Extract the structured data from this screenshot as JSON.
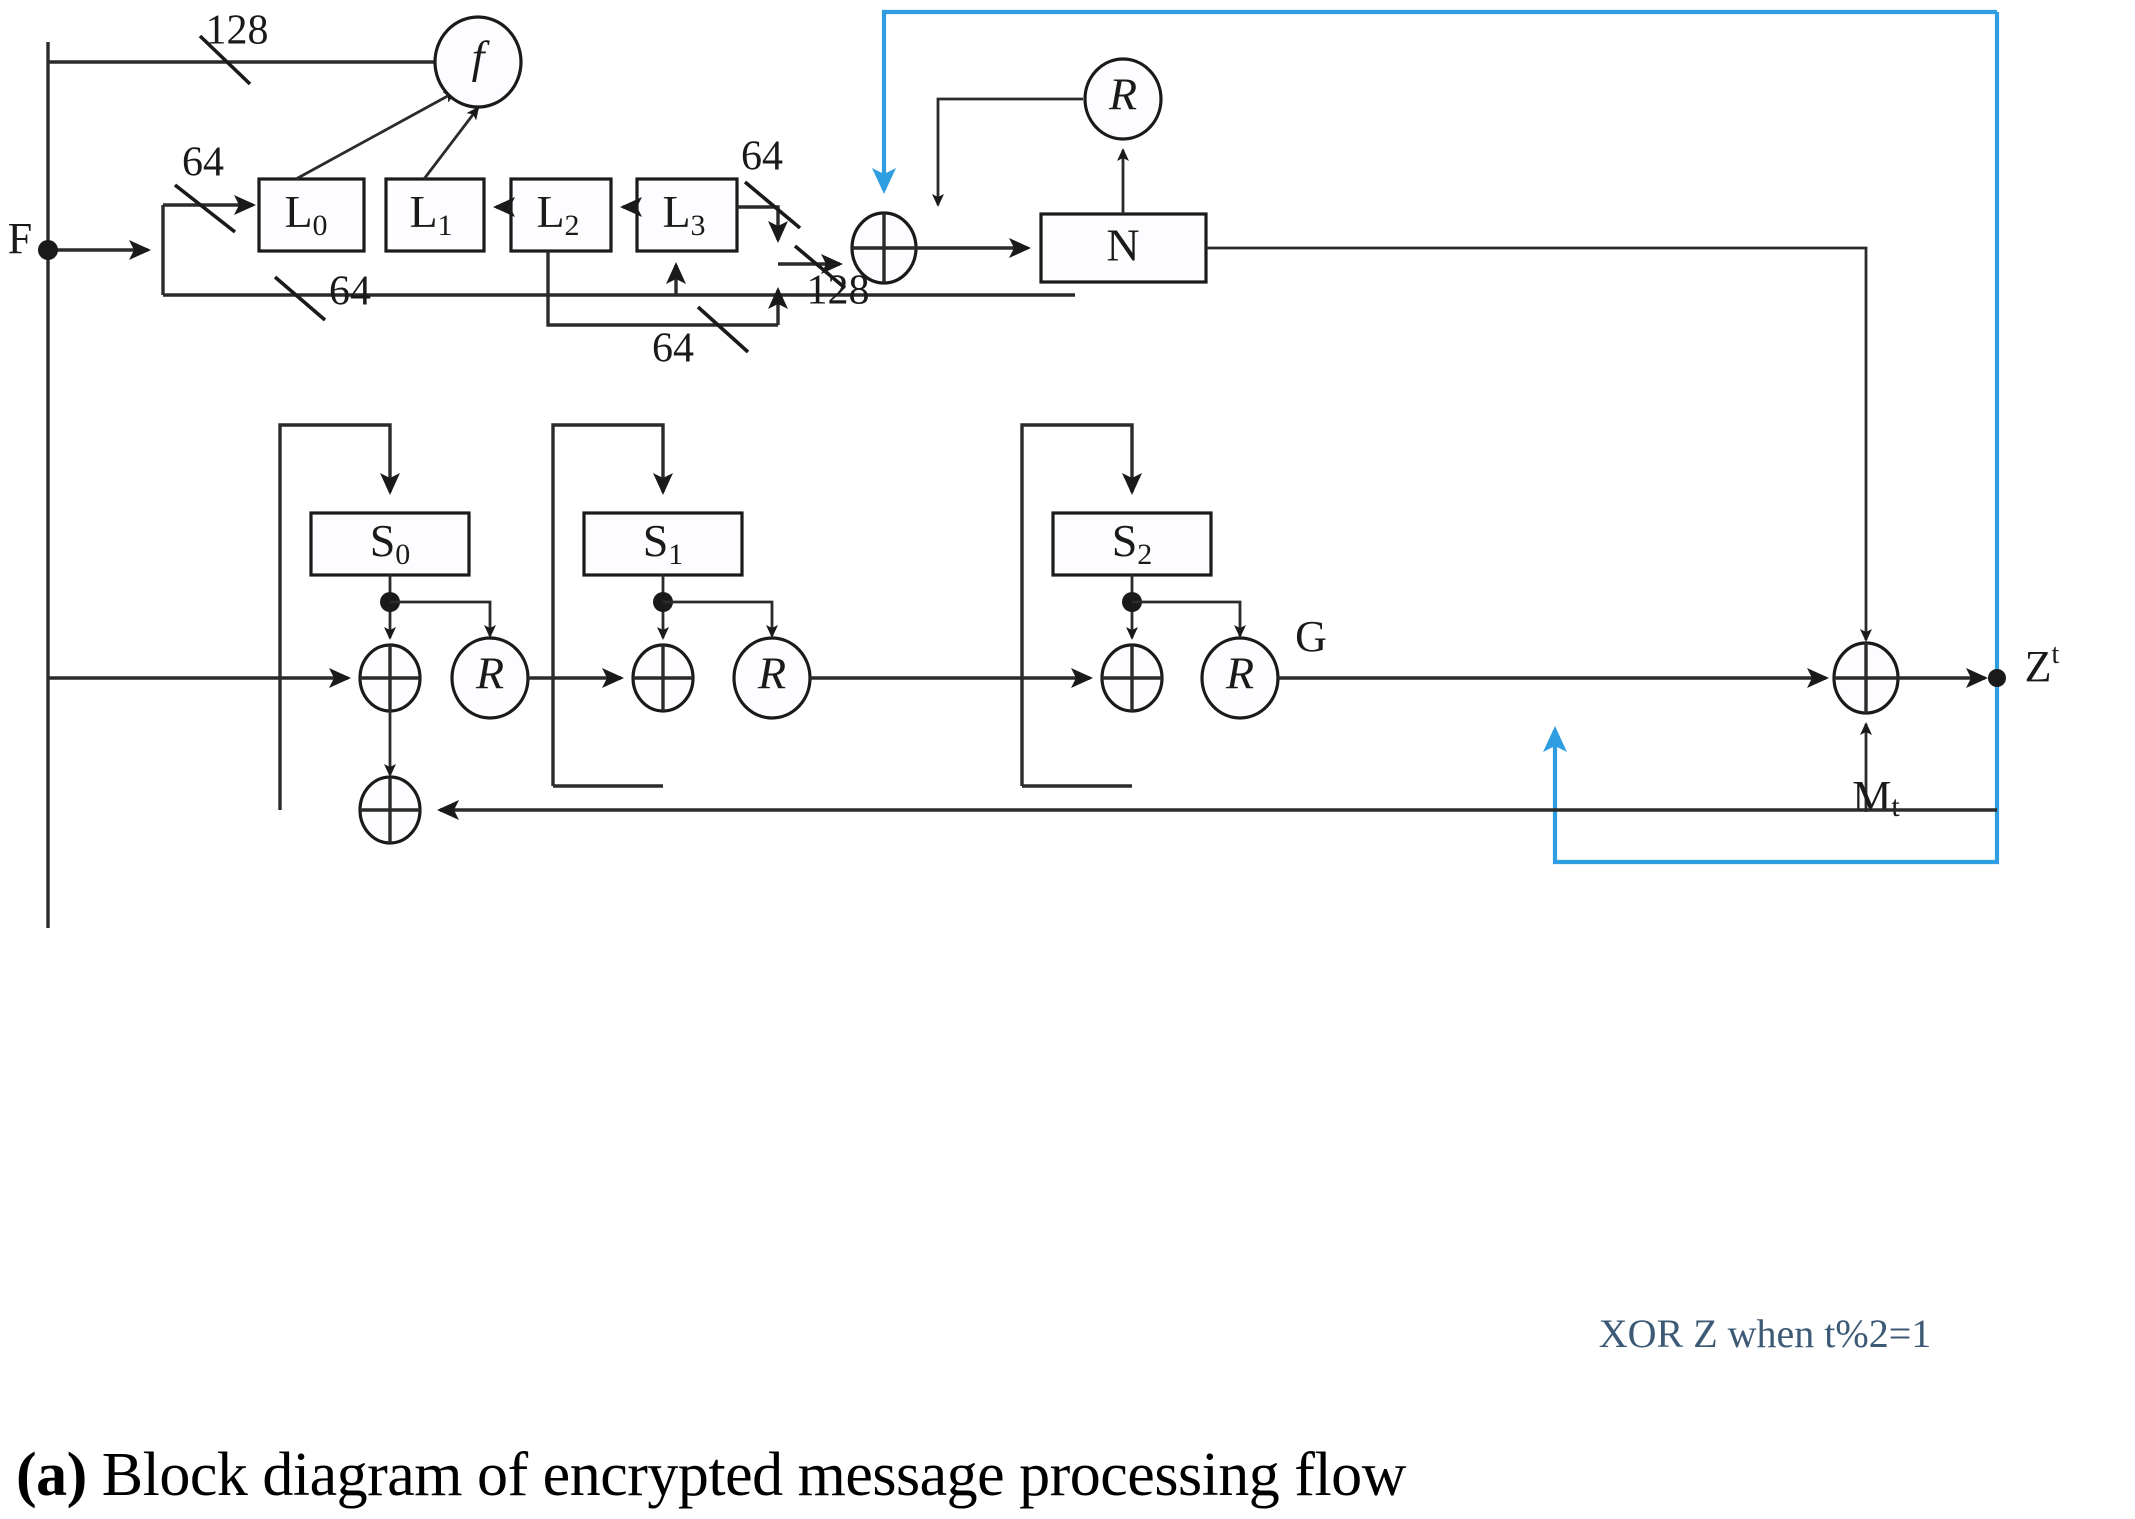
{
  "figure": {
    "caption_prefix": "(a)",
    "caption_text": " Block diagram of encrypted message processing flow"
  },
  "colors": {
    "line": "#2b2b2b",
    "blue_accent": "#2f9ee0",
    "note_text": "#3c5a75",
    "block_fill": "#fdfdff",
    "background": "#ffffff"
  },
  "annotation": {
    "blue_note": "XOR Z when t%2=1"
  },
  "signals": {
    "input_label": "F",
    "output_label": "Z",
    "output_superscript": "t",
    "message_label": "M",
    "message_subscript": "t",
    "g_label": "G"
  },
  "bitwidths": [
    {
      "name": "top-128",
      "value": "128"
    },
    {
      "name": "lfsr-in-64",
      "value": "64"
    },
    {
      "name": "lfsr-out-64",
      "value": "64"
    },
    {
      "name": "feedback-64",
      "value": "64"
    },
    {
      "name": "l2-feedback-64",
      "value": "64"
    },
    {
      "name": "xor-in-128",
      "value": "128"
    }
  ],
  "blocks": {
    "lfsr_registers": [
      {
        "name": "L0",
        "base": "L",
        "sub": "0"
      },
      {
        "name": "L1",
        "base": "L",
        "sub": "1"
      },
      {
        "name": "L2",
        "base": "L",
        "sub": "2"
      },
      {
        "name": "L3",
        "base": "L",
        "sub": "3"
      }
    ],
    "nfsr": {
      "name": "N",
      "label": "N"
    },
    "sboxes": [
      {
        "name": "S0",
        "base": "S",
        "sub": "0"
      },
      {
        "name": "S1",
        "base": "S",
        "sub": "1"
      },
      {
        "name": "S2",
        "base": "S",
        "sub": "2"
      }
    ],
    "f_function": {
      "label": "f"
    },
    "r_functions": [
      {
        "name": "R-nfsr",
        "label": "R"
      },
      {
        "name": "R-stage0",
        "label": "R"
      },
      {
        "name": "R-stage1",
        "label": "R"
      },
      {
        "name": "R-stage2",
        "label": "R"
      }
    ],
    "xor_gates": [
      {
        "name": "xor-nfsr-input"
      },
      {
        "name": "xor-stage0"
      },
      {
        "name": "xor-stage1"
      },
      {
        "name": "xor-stage2"
      },
      {
        "name": "xor-output"
      },
      {
        "name": "xor-feedback"
      }
    ]
  }
}
